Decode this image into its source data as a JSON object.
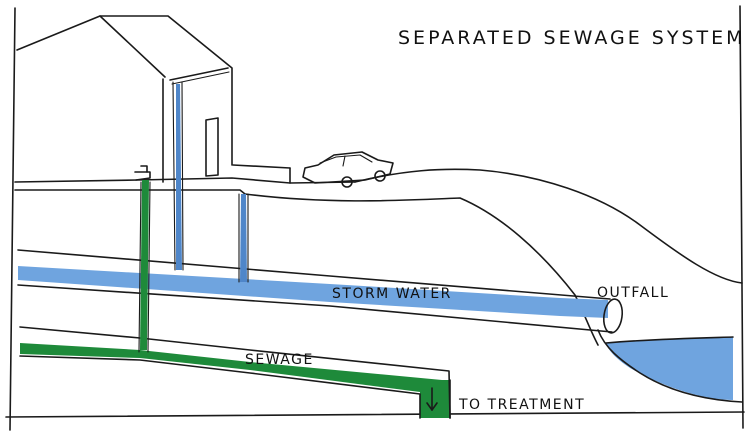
{
  "title": "SEPARATED SEWAGE SYSTEM",
  "labels": {
    "storm_water": "STORM WATER",
    "outfall": "OUTFALL",
    "sewage": "SEWAGE",
    "to_treatment": "TO TREATMENT"
  },
  "colors": {
    "storm_water": "#6fa4df",
    "sewage": "#1e8a3a",
    "river": "#6fa4df",
    "ink": "#1a1a1a"
  },
  "icons": [
    "house-icon",
    "car-icon",
    "arrow-down-icon"
  ]
}
